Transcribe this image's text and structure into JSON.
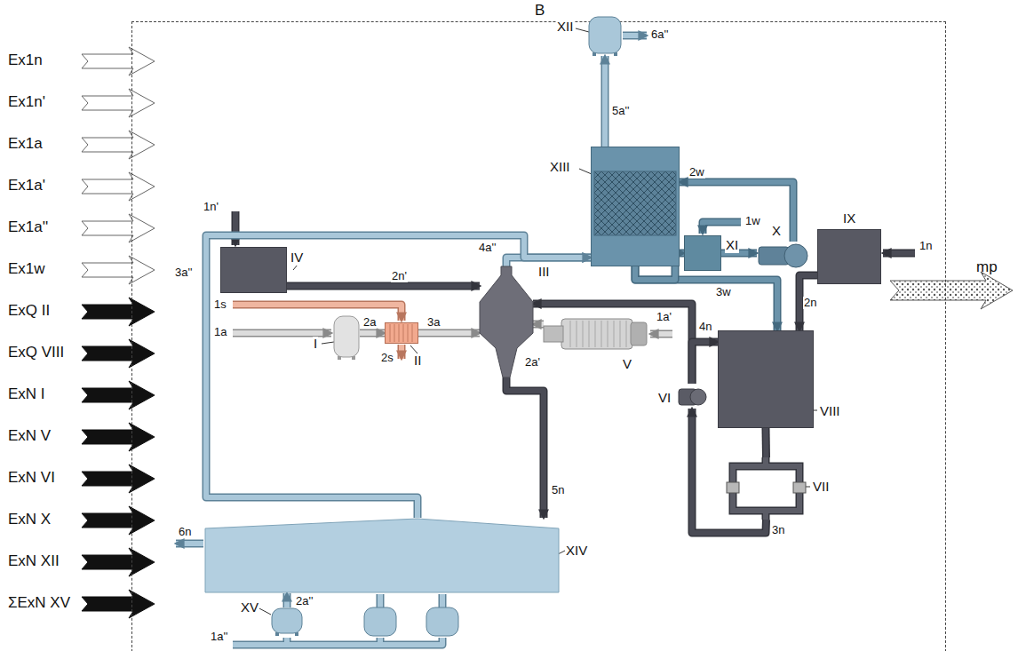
{
  "diagram": {
    "nodes": [
      {
        "text": [
          "B"
        ]
      },
      {
        "text": [
          "I"
        ],
        "in": 0
      },
      {
        "text": [
          "II"
        ],
        "in": 0
      },
      {
        "text": [
          "III"
        ],
        "in": 0
      },
      {
        "text": [
          "IV"
        ],
        "in": 0
      },
      {
        "text": [
          "V"
        ],
        "in": 0
      },
      {
        "text": [
          "VI"
        ],
        "in": 0
      },
      {
        "text": [
          "VII"
        ],
        "in": 0
      },
      {
        "text": [
          "VIII"
        ],
        "in": 0
      },
      {
        "text": [
          "IX"
        ],
        "in": 0
      },
      {
        "text": [
          "X"
        ],
        "in": 0
      },
      {
        "text": [
          "XI"
        ],
        "in": 0
      },
      {
        "text": [
          "XII"
        ],
        "in": 0
      },
      {
        "text": [
          "XIII"
        ],
        "in": 0
      },
      {
        "text": [
          "XIV"
        ],
        "in": 0
      },
      {
        "text": [
          "XV"
        ],
        "in": 0
      }
    ],
    "edges": [
      {
        "from": 1,
        "to": 2,
        "arrow": "to",
        "label": "2a"
      },
      {
        "from": 2,
        "to": 3,
        "arrow": "to",
        "label": "3a"
      },
      {
        "from": 5,
        "to": 3,
        "arrow": "to",
        "label": "2a'"
      },
      {
        "from": 4,
        "to": 3,
        "arrow": "to",
        "label": "2n'"
      },
      {
        "from": 3,
        "to": 13,
        "arrow": "to",
        "label": "4a''"
      },
      {
        "from": 14,
        "to": 13,
        "arrow": "to",
        "label": "3a''"
      },
      {
        "from": 3,
        "to": 14,
        "arrow": "to",
        "label": "5n"
      },
      {
        "from": 6,
        "to": 3,
        "arrow": "to"
      },
      {
        "from": 6,
        "to": 8,
        "arrow": "to",
        "label": "4n"
      },
      {
        "from": 8,
        "to": 7,
        "arrow": "none"
      },
      {
        "from": 7,
        "to": 6,
        "arrow": "to",
        "label": "3n"
      },
      {
        "from": 9,
        "to": 8,
        "arrow": "to",
        "label": "2n"
      },
      {
        "from": 13,
        "to": 8,
        "arrow": "to",
        "label": "3w"
      },
      {
        "from": 13,
        "to": 11,
        "arrow": "to"
      },
      {
        "from": 11,
        "to": 10,
        "arrow": "to"
      },
      {
        "from": 10,
        "to": 13,
        "arrow": "to",
        "label": "2w"
      },
      {
        "from": 13,
        "to": 12,
        "arrow": "to",
        "label": "5a''"
      },
      {
        "from": 15,
        "to": 14,
        "arrow": "to",
        "label": "2a''"
      }
    ],
    "labels": [
      "Ex1n",
      "Ex1n'",
      "Ex1a",
      "Ex1a'",
      "Ex1a''",
      "Ex1w",
      "ExQ II",
      "ExQ VIII",
      "ExN I",
      "ExN V",
      "ExN VI",
      "ExN X",
      "ExN XII",
      "ΣExN XV",
      "mp",
      "1n'",
      "1s",
      "1a",
      "2s",
      "1a'",
      "1n",
      "1w",
      "6a''",
      "6n",
      "1a''"
    ]
  }
}
